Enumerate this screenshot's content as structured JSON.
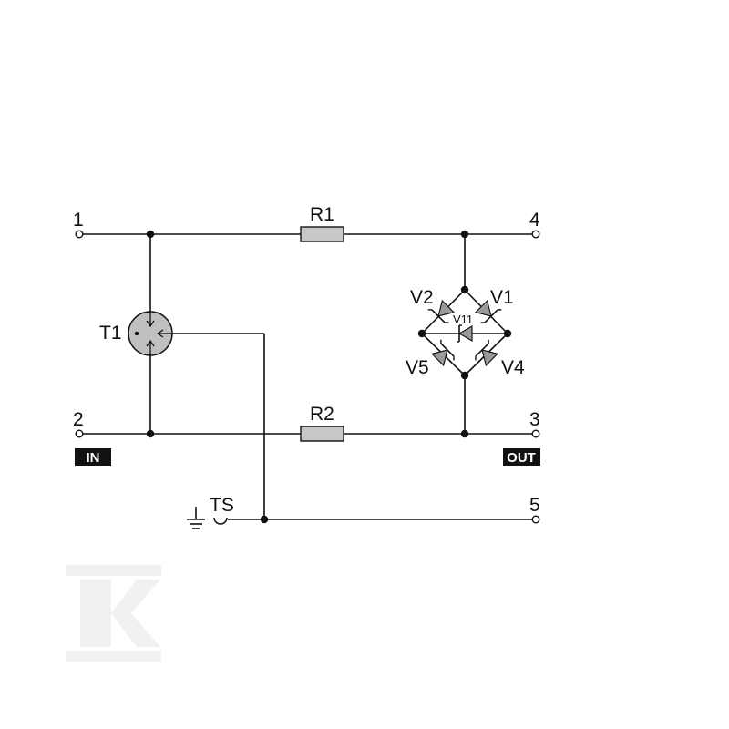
{
  "terminals": {
    "t1": "1",
    "t2": "2",
    "t3": "3",
    "t4": "4",
    "t5": "5"
  },
  "components": {
    "r1": "R1",
    "r2": "R2",
    "t1": "T1",
    "v1": "V1",
    "v2": "V2",
    "v4": "V4",
    "v5": "V5",
    "v11": "V11",
    "ts": "TS"
  },
  "tags": {
    "in": "IN",
    "out": "OUT"
  },
  "watermark": {
    "letter": "K"
  },
  "colors": {
    "wire": "#111111",
    "resistor_fill": "#c8c8c8",
    "arrester_fill": "#c0c0c0",
    "diode_fill": "#9a9a9a",
    "watermark": "#f1f1f1"
  }
}
